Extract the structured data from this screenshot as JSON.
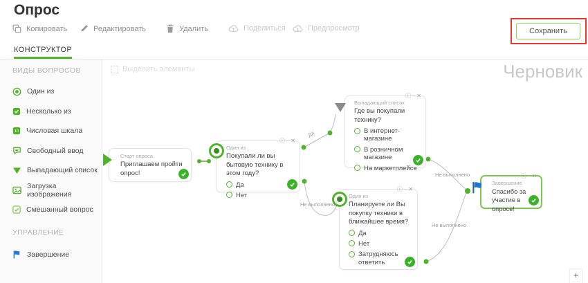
{
  "page": {
    "title": "Опрос",
    "watermark": "Черновик"
  },
  "toolbar": {
    "items": [
      {
        "label": "Копировать",
        "icon": "copy-icon",
        "enabled": true
      },
      {
        "label": "Редактировать",
        "icon": "pencil-icon",
        "enabled": true
      },
      {
        "label": "Удалить",
        "icon": "trash-icon",
        "enabled": true
      },
      {
        "label": "Поделиться",
        "icon": "share-icon",
        "enabled": false
      },
      {
        "label": "Предпросмотр",
        "icon": "preview-icon",
        "enabled": false
      }
    ],
    "save_label": "Сохранить"
  },
  "tabs": [
    {
      "label": "КОНСТРУКТОР",
      "active": true
    }
  ],
  "sidebar": {
    "sections": [
      {
        "header": "ВИДЫ ВОПРОСОВ",
        "items": [
          {
            "label": "Один из",
            "icon": "radio-icon"
          },
          {
            "label": "Несколько из",
            "icon": "checkbox-icon"
          },
          {
            "label": "Числовая шкала",
            "icon": "scale-icon"
          },
          {
            "label": "Свободный ввод",
            "icon": "free-input-icon"
          },
          {
            "label": "Выпадающий список",
            "icon": "dropdown-icon"
          },
          {
            "label": "Загрузка изображения",
            "icon": "image-upload-icon"
          },
          {
            "label": "Смешанный вопрос",
            "icon": "mixed-question-icon"
          }
        ]
      },
      {
        "header": "УПРАВЛЕНИЕ",
        "items": [
          {
            "label": "Завершение",
            "icon": "flag-icon"
          }
        ]
      }
    ]
  },
  "canvas": {
    "select_label": "Выделить элементы",
    "nodes": [
      {
        "type_label": "Старт опроса",
        "text": "Приглашаем пройти опрос!"
      },
      {
        "type_label": "Один из",
        "text": "Покупали ли вы бытовую технику в этом году?",
        "options": [
          "Да",
          "Нет"
        ]
      },
      {
        "type_label": "Выпадающий список",
        "text": "Где вы покупали технику?",
        "options": [
          "В интернет-магазине",
          "В розничном магазине",
          "На маркетплейсе"
        ]
      },
      {
        "type_label": "Один из",
        "text": "Планируете ли Вы покупку техники в ближайшее время?",
        "options": [
          "Да",
          "Нет",
          "Затрудняюсь ответить"
        ]
      },
      {
        "type_label": "Завершение",
        "text": "Спасибо за участие в опросе!"
      }
    ],
    "edges": [
      {
        "label": "Да"
      },
      {
        "label": "Не выполнено"
      },
      {
        "label": "Не выполнено"
      },
      {
        "label": "Не выполнено"
      }
    ],
    "zoom_plus": "+"
  },
  "colors": {
    "accent_green": "#52b32b",
    "flag_blue": "#2176d2",
    "highlight_red": "#e8372c",
    "draft_gray": "#c8c8c8"
  }
}
